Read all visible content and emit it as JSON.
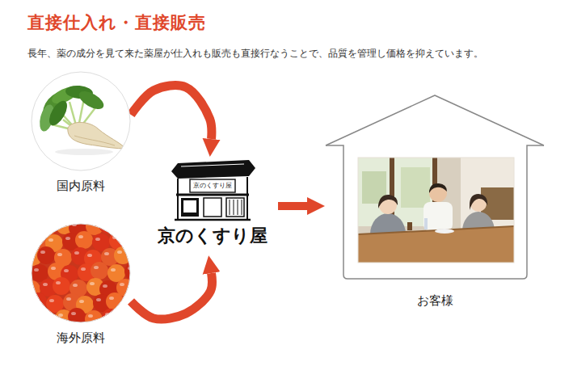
{
  "diagram": {
    "title": "直接仕入れ・直接販売",
    "nodes": [
      {
        "text": [
          "国内原料"
        ]
      },
      {
        "text": [
          "海外原料"
        ]
      },
      {
        "text": [
          "京のくすり屋",
          "京のくすり屋"
        ]
      },
      {
        "text": [
          "お客様"
        ]
      }
    ],
    "edges": [
      {
        "from": 0,
        "to": 2,
        "arrow": "to"
      },
      {
        "from": 1,
        "to": 2,
        "arrow": "to"
      },
      {
        "from": 2,
        "to": 3,
        "arrow": "to"
      }
    ],
    "labels": [
      "長年、薬の成分を見て来た薬屋が仕入れも販売も直接行なうことで、品質を管理し価格を抑えています。"
    ]
  }
}
